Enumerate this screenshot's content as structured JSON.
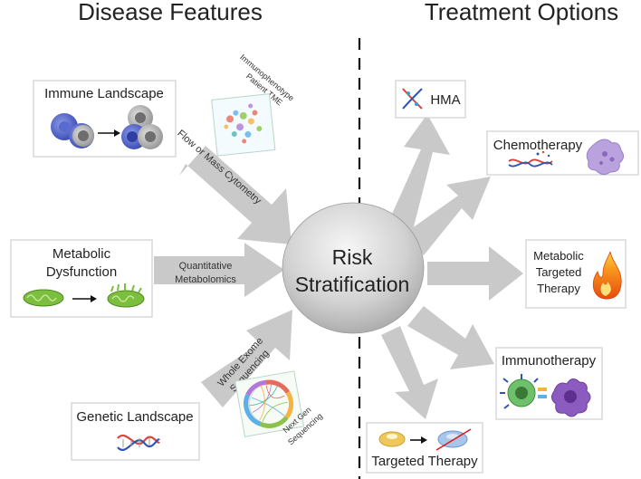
{
  "headings": {
    "disease_features": "Disease Features",
    "treatment_options": "Treatment Options"
  },
  "center": {
    "line1": "Risk",
    "line2": "Stratification"
  },
  "disease_boxes": {
    "immune": "Immune Landscape",
    "metabolic_line1": "Metabolic",
    "metabolic_line2": "Dysfunction",
    "genetic": "Genetic Landscape"
  },
  "methods": {
    "flow_mass": "Flow or Mass Cytometry",
    "quantitative_line1": "Quantitative",
    "quantitative_line2": "Metabolomics",
    "wes_line1": "Whole Exome",
    "wes_line2": "Sequencing"
  },
  "insets": {
    "immuno_line1": "Immunophenotype",
    "immuno_line2": "Patient TME",
    "ngs_line1": "Next Gen",
    "ngs_line2": "Sequencing"
  },
  "treatments": {
    "hma": "HMA",
    "chemo": "Chemotherapy",
    "metabolic_line1": "Metabolic",
    "metabolic_line2": "Targeted",
    "metabolic_line3": "Therapy",
    "immuno": "Immunotherapy",
    "targeted": "Targeted Therapy"
  },
  "colors": {
    "arrow": "#c9c9c9",
    "box_border": "#cfcfcf",
    "divider": "#111111",
    "sphere_light": "#f4f4f4",
    "sphere_dark": "#a9a9a9"
  }
}
